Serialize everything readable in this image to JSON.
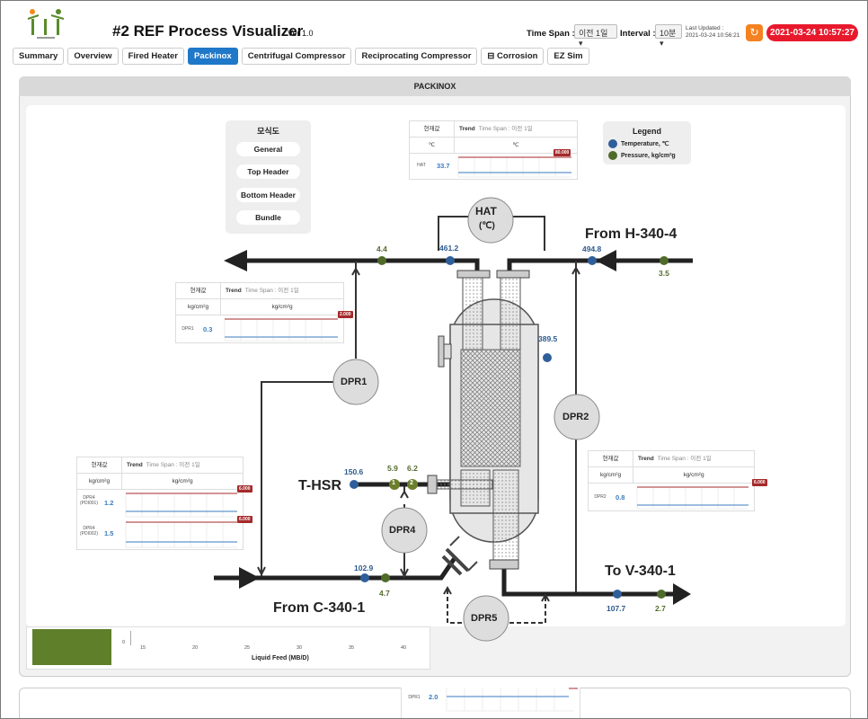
{
  "app": {
    "title": "#2 REF Process Visualizer",
    "version": "Ver 1.0",
    "time_span_label": "Time Span :",
    "time_span_value": "이전 1일",
    "interval_label": "Interval :",
    "interval_value": "10분",
    "last_updated_label": "Last Updated :",
    "last_updated_value": "2021-03-24 10:56:21",
    "clock": "2021-03-24 10:57:27",
    "refresh_icon": "↻"
  },
  "tabs": [
    {
      "label": "Summary",
      "active": false
    },
    {
      "label": "Overview",
      "active": false
    },
    {
      "label": "Fired Heater",
      "active": false
    },
    {
      "label": "Packinox",
      "active": true
    },
    {
      "label": "Centrifugal Compressor",
      "active": false
    },
    {
      "label": "Reciprocating Compressor",
      "active": false
    },
    {
      "label": "Corrosion",
      "active": false
    },
    {
      "label": "EZ Sim",
      "active": false
    }
  ],
  "tab_icon": "⊟",
  "panel": {
    "title": "PACKINOX"
  },
  "menu": {
    "title": "모식도",
    "items": [
      "General",
      "Top Header",
      "Bottom Header",
      "Bundle"
    ]
  },
  "legend": {
    "title": "Legend",
    "temperature": "Temperature, ℃",
    "pressure": "Pressure, kg/cm²g"
  },
  "colors": {
    "temperature": "#2f5f9a",
    "pressure": "#4f6b2a",
    "active_tab": "#1f78c8",
    "clock": "#e8192c",
    "refresh": "#f58220"
  },
  "cards": {
    "common": {
      "current": "현재값",
      "trend": "Trend",
      "span": "Time Span : 이전 1일"
    },
    "hat": {
      "unit_left": "℃",
      "unit_right": "℃",
      "tag": "HAT",
      "value": "33.7",
      "max": "80.000"
    },
    "dpr1": {
      "unit_left": "kg/cm²g",
      "unit_right": "kg/cm²g",
      "tag": "DPR1",
      "value": "0.3",
      "max": "2.000"
    },
    "dpr2": {
      "unit_left": "kg/cm²g",
      "unit_right": "kg/cm²g",
      "tag": "DPR2",
      "value": "0.8",
      "max": "6.000"
    },
    "dpr4": {
      "unit_left": "kg/cm²g",
      "unit_right": "kg/cm²g",
      "tag1": "DPR4 (PDI001)",
      "value1": "1.2",
      "max1": "6.000",
      "tag2": "DPR4 (PDI002)",
      "value2": "1.5",
      "max2": "6.000"
    },
    "bottom": {
      "tag": "DPR1",
      "value": "2.0"
    }
  },
  "diagram": {
    "hat_label": "HAT",
    "hat_unit": "(℃)",
    "dpr1": "DPR1",
    "dpr2": "DPR2",
    "dpr4": "DPR4",
    "dpr5": "DPR5",
    "from_h340": "From H-340-4",
    "from_c340": "From C-340-1",
    "to_v340": "To V-340-1",
    "thsr": "T-HSR",
    "values": {
      "p_top_left": "4.4",
      "t_top_mid": "461.2",
      "t_h340": "494.8",
      "p_h340": "3.5",
      "t_side": "389.5",
      "t_thsr": "150.6",
      "p_thsr1": "5.9",
      "p_thsr2": "6.2",
      "t_c340": "102.9",
      "p_c340": "4.7",
      "t_v340": "107.7",
      "p_v340": "2.7",
      "marker1": "1",
      "marker2": "2"
    }
  },
  "feed_chart": {
    "xlabel": "Liquid Feed (MB/D)",
    "ticks": [
      "0",
      "15",
      "20",
      "25",
      "30",
      "35",
      "40"
    ]
  }
}
